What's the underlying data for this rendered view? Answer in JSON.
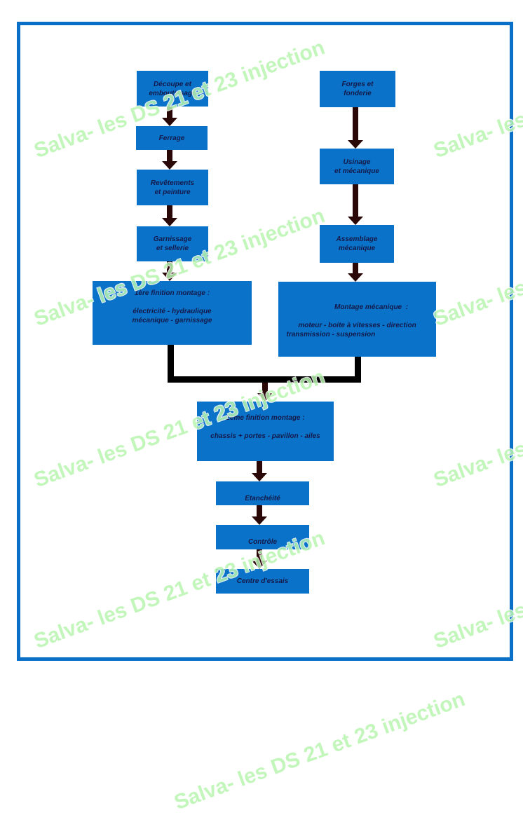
{
  "watermark": "Salva- les DS 21 et 23 injection",
  "left_column": [
    {
      "lines": [
        "Découpe et",
        "emboutissage"
      ]
    },
    {
      "lines": [
        "Ferrage"
      ]
    },
    {
      "lines": [
        "Revêtements",
        "et peinture"
      ]
    },
    {
      "lines": [
        "Garnissage",
        "et sellerie"
      ]
    }
  ],
  "right_column": [
    {
      "lines": [
        "Forges et",
        "fonderie"
      ]
    },
    {
      "lines": [
        "Usinage",
        "et mécanique"
      ]
    },
    {
      "lines": [
        "Assemblage",
        "mécanique"
      ]
    }
  ],
  "first_finish": {
    "title": "1ère finition montage :",
    "lines": [
      "électricité - hydraulique",
      "mécanique - garnissage"
    ]
  },
  "mech_assembly": {
    "title": "Montage mécanique  :",
    "lines": [
      "moteur - boite à vitesses - direction",
      "transmission - suspension"
    ]
  },
  "second_finish": {
    "title": "2ème finition montage :",
    "lines": [
      "chassis + portes - pavillon - ailes"
    ]
  },
  "bottom": [
    {
      "label": "Etanchéité"
    },
    {
      "label": "Contrôle"
    },
    {
      "label": "Centre d'essais"
    }
  ],
  "colors": {
    "box": "#0a73c9",
    "frame": "#0a6fc6",
    "arrow": "#2a0808",
    "watermark": "#b8f5b0"
  }
}
